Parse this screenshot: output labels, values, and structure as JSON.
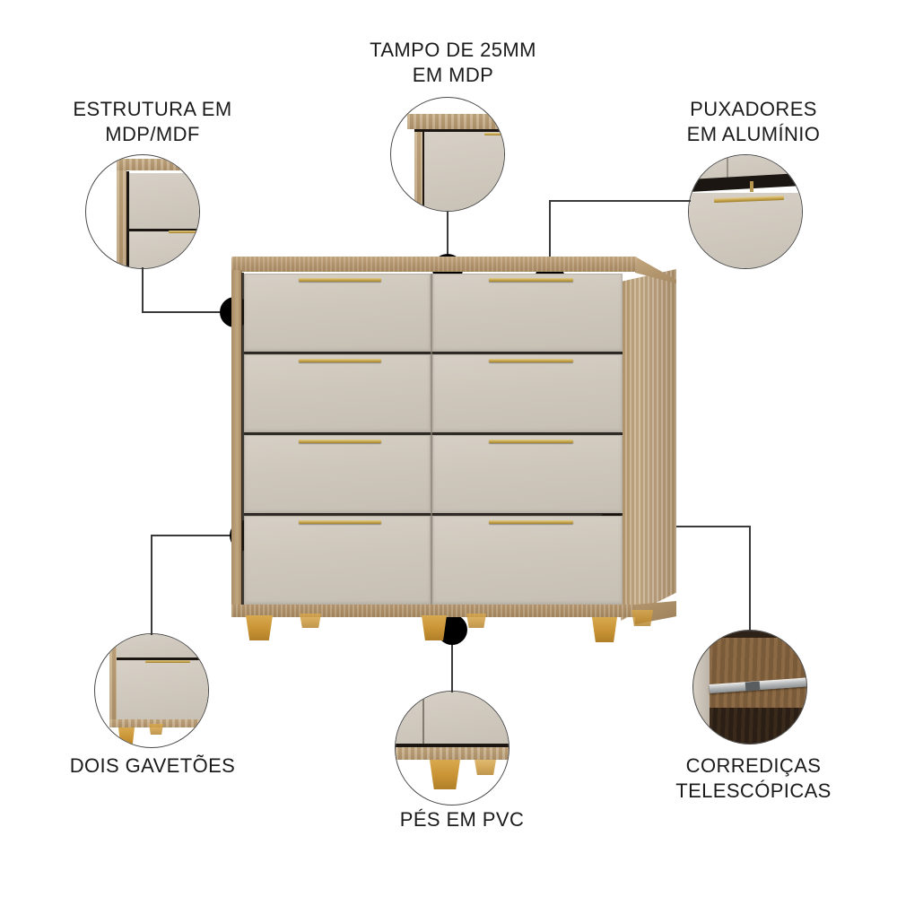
{
  "page": {
    "background_color": "#ffffff",
    "product": "chest of drawers infographic",
    "accent_wood": "#b99c74",
    "accent_front": "#cfc8bd",
    "accent_handle": "#c9a94f",
    "line_color": "#3a3a3a",
    "dot_color": "#000000"
  },
  "callouts": [
    {
      "id": "estrutura",
      "label": "ESTRUTURA EM\nMDP/MDF",
      "detail": "structure-edge-closeup"
    },
    {
      "id": "tampo",
      "label": "TAMPO DE 25MM\nEM MDP",
      "detail": "top-panel-closeup"
    },
    {
      "id": "puxadores",
      "label": "PUXADORES\nEM ALUMÍNIO",
      "detail": "aluminium-handle-closeup"
    },
    {
      "id": "gavetoes",
      "label": "DOIS GAVETÕES",
      "detail": "large-drawer-closeup"
    },
    {
      "id": "pes",
      "label": "PÉS EM PVC",
      "detail": "pvc-feet-closeup"
    },
    {
      "id": "corredicas",
      "label": "CORREDIÇAS\nTELESCÓPICAS",
      "detail": "telescopic-slide-closeup"
    }
  ],
  "product_figure": {
    "name": "chest-of-drawers",
    "drawer_rows": 4,
    "drawer_columns": 2,
    "total_drawers": 8,
    "feet_count": 6,
    "top_thickness_mm": 25
  }
}
